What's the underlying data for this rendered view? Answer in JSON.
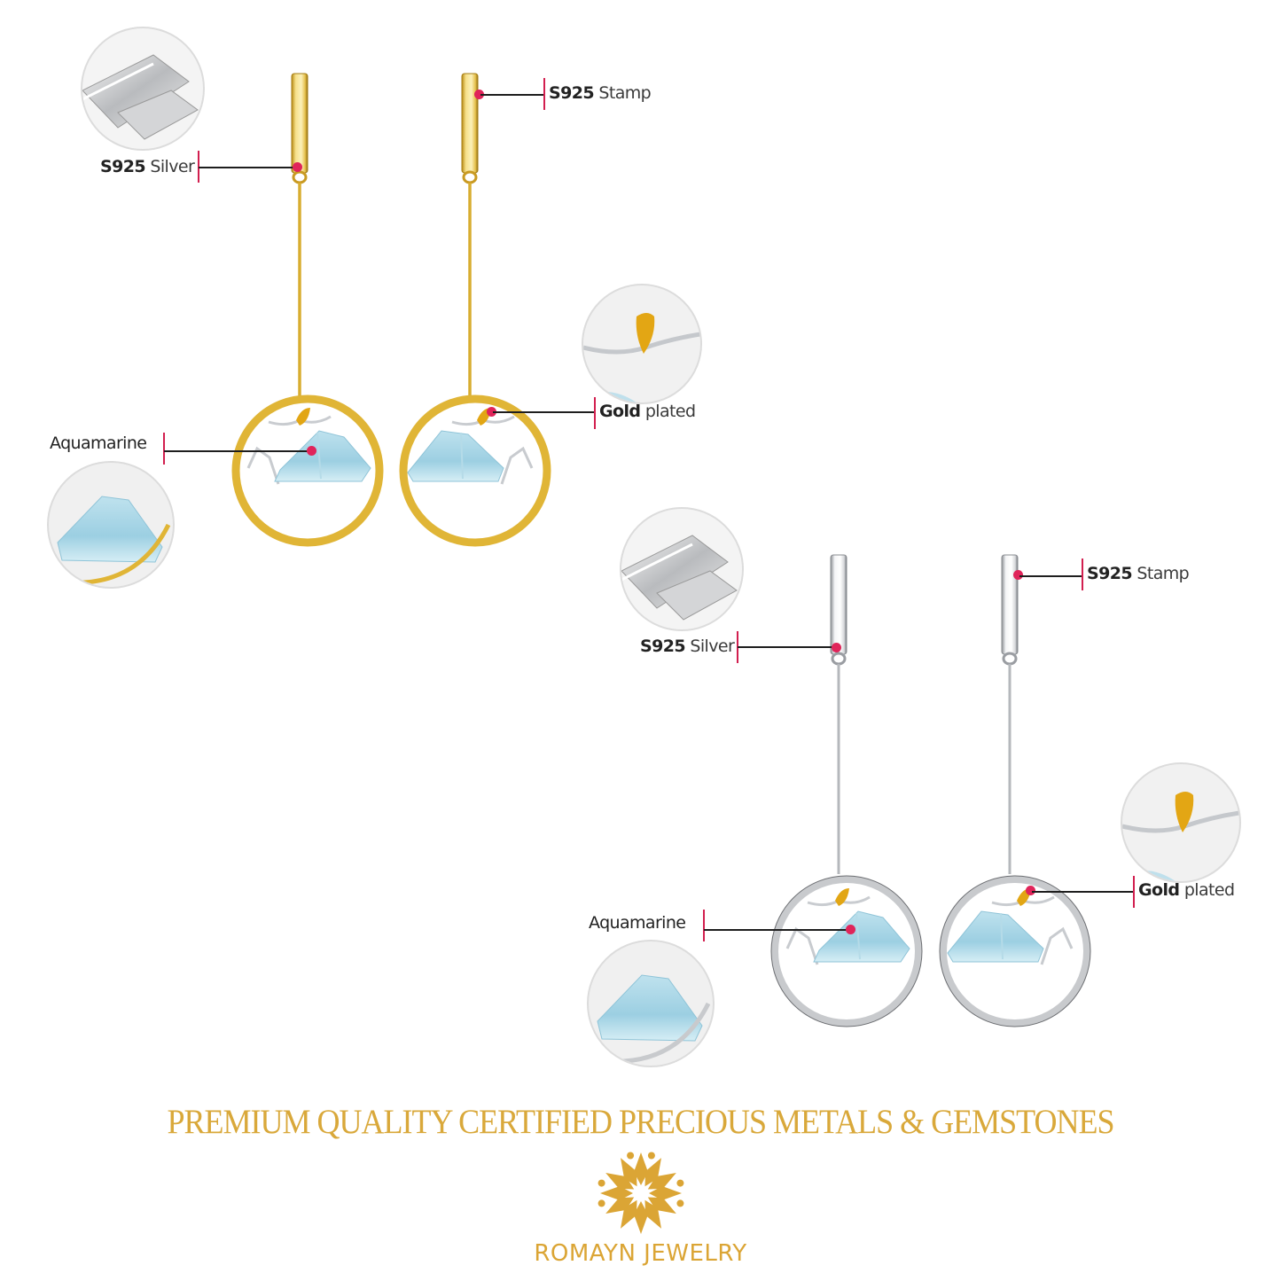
{
  "colors": {
    "gold": "#e3b93a",
    "silver": "#cfd2d6",
    "accent_marker": "#e0245a",
    "tick": "#d21f4f",
    "aquamarine": "#9fd0e2",
    "brand": "#dba535"
  },
  "product_sets": [
    {
      "finish": "gold",
      "callouts": {
        "silver": {
          "bold": "S925",
          "light": "Silver"
        },
        "stamp": {
          "bold": "S925",
          "light": "Stamp"
        },
        "plating": {
          "bold": "Gold",
          "light": "plated"
        },
        "gem": {
          "bold": "",
          "light": "Aquamarine"
        }
      },
      "zoom_icons": [
        "silver-bars-icon",
        "bird-branch-icon",
        "aquamarine-stone-icon"
      ]
    },
    {
      "finish": "silver",
      "callouts": {
        "silver": {
          "bold": "S925",
          "light": "Silver"
        },
        "stamp": {
          "bold": "S925",
          "light": "Stamp"
        },
        "plating": {
          "bold": "Gold",
          "light": "plated"
        },
        "gem": {
          "bold": "",
          "light": "Aquamarine"
        }
      },
      "zoom_icons": [
        "silver-bars-icon",
        "bird-branch-icon",
        "aquamarine-stone-icon"
      ]
    }
  ],
  "footer": {
    "tagline": "PREMIUM QUALITY CERTIFIED PRECIOUS METALS & GEMSTONES",
    "brand_name": "ROMAYN JEWELRY",
    "logo_icon": "flower-logo-icon"
  }
}
